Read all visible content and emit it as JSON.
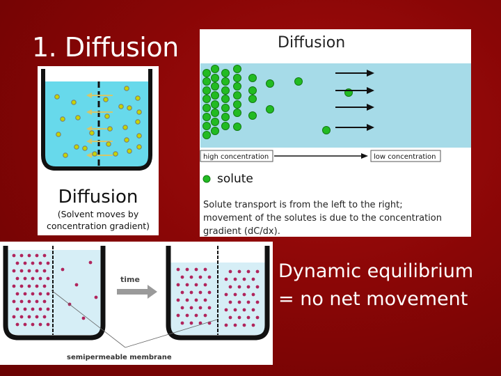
{
  "slide": {
    "title": "1. Diffusion",
    "equilibrium_line1": "Dynamic equilibrium",
    "equilibrium_line2": "= no net movement"
  },
  "beaker_diagram": {
    "title": "Diffusion",
    "caption_line1": "(Solvent moves by",
    "caption_line2": "concentration gradient)"
  },
  "transport_diagram": {
    "title": "Diffusion",
    "high_label": "high concentration",
    "low_label": "low concentration",
    "legend_label": "solute",
    "desc_line1": "Solute transport is from the left to the right;",
    "desc_line2": "movement of the solutes is due to the concentration",
    "desc_line3": "gradient (dC/dx)."
  },
  "osmosis_diagram": {
    "time_label": "time",
    "membrane_label": "semipermeable membrane"
  },
  "colors": {
    "background": "#8a0606",
    "water": "#67d9eb",
    "water_light": "#a6dbe8",
    "solute_green": "#22bb22",
    "particle_yellow": "#c8d400",
    "particle_magenta": "#b0245c"
  }
}
